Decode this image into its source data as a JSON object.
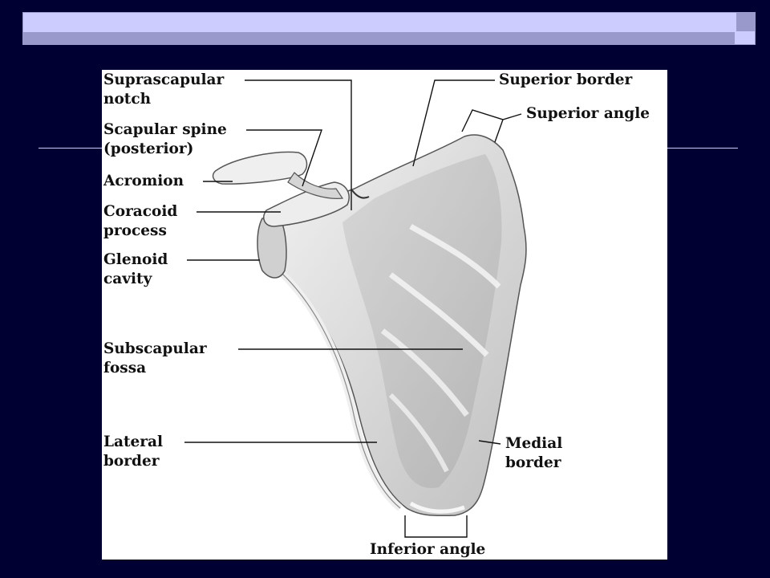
{
  "slide": {
    "background_color": "#000033",
    "accent_color": "#ccccff",
    "accent_dark_color": "#9999cc"
  },
  "figure": {
    "labels": {
      "suprascapular_notch": [
        "Suprascapular",
        "notch"
      ],
      "scapular_spine": [
        "Scapular spine",
        "(posterior)"
      ],
      "acromion": [
        "Acromion"
      ],
      "coracoid_process": [
        "Coracoid",
        "process"
      ],
      "glenoid_cavity": [
        "Glenoid",
        "cavity"
      ],
      "subscapular_fossa": [
        "Subscapular",
        "fossa"
      ],
      "lateral_border": [
        "Lateral",
        "border"
      ],
      "superior_border": [
        "Superior border"
      ],
      "superior_angle": [
        "Superior angle"
      ],
      "medial_border": [
        "Medial",
        "border"
      ],
      "inferior_angle": [
        "Inferior angle"
      ]
    }
  }
}
